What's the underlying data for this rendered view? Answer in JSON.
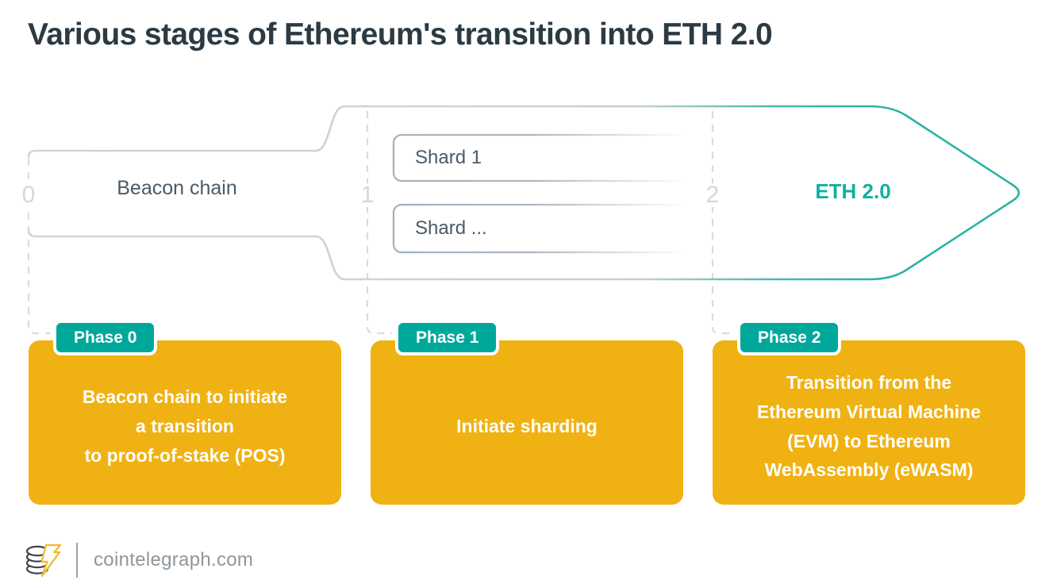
{
  "title": "Various stages of Ethereum's transition into ETH 2.0",
  "colors": {
    "arrow_teal": "#2bb3a4",
    "badge_teal": "#00a79b",
    "card_yellow": "#f0b112",
    "slate_text": "#4b5a67",
    "title_text": "#2c3a43",
    "muted_gray": "#d2d8db"
  },
  "timeline": {
    "markers": [
      "0",
      "1",
      "2"
    ],
    "stage0_label": "Beacon chain",
    "shard_boxes": [
      "Shard 1",
      "Shard ..."
    ],
    "stage2_label": "ETH 2.0"
  },
  "phases": [
    {
      "badge": "Phase 0",
      "text": "Beacon chain to initiate\na transition\nto proof-of-stake (POS)"
    },
    {
      "badge": "Phase 1",
      "text": "Initiate sharding"
    },
    {
      "badge": "Phase 2",
      "text": "Transition from the\nEthereum Virtual Machine\n(EVM) to Ethereum\nWebAssembly (eWASM)"
    }
  ],
  "footer": {
    "site": "cointelegraph.com",
    "logo": "cointelegraph-coin-bolt-icon"
  }
}
